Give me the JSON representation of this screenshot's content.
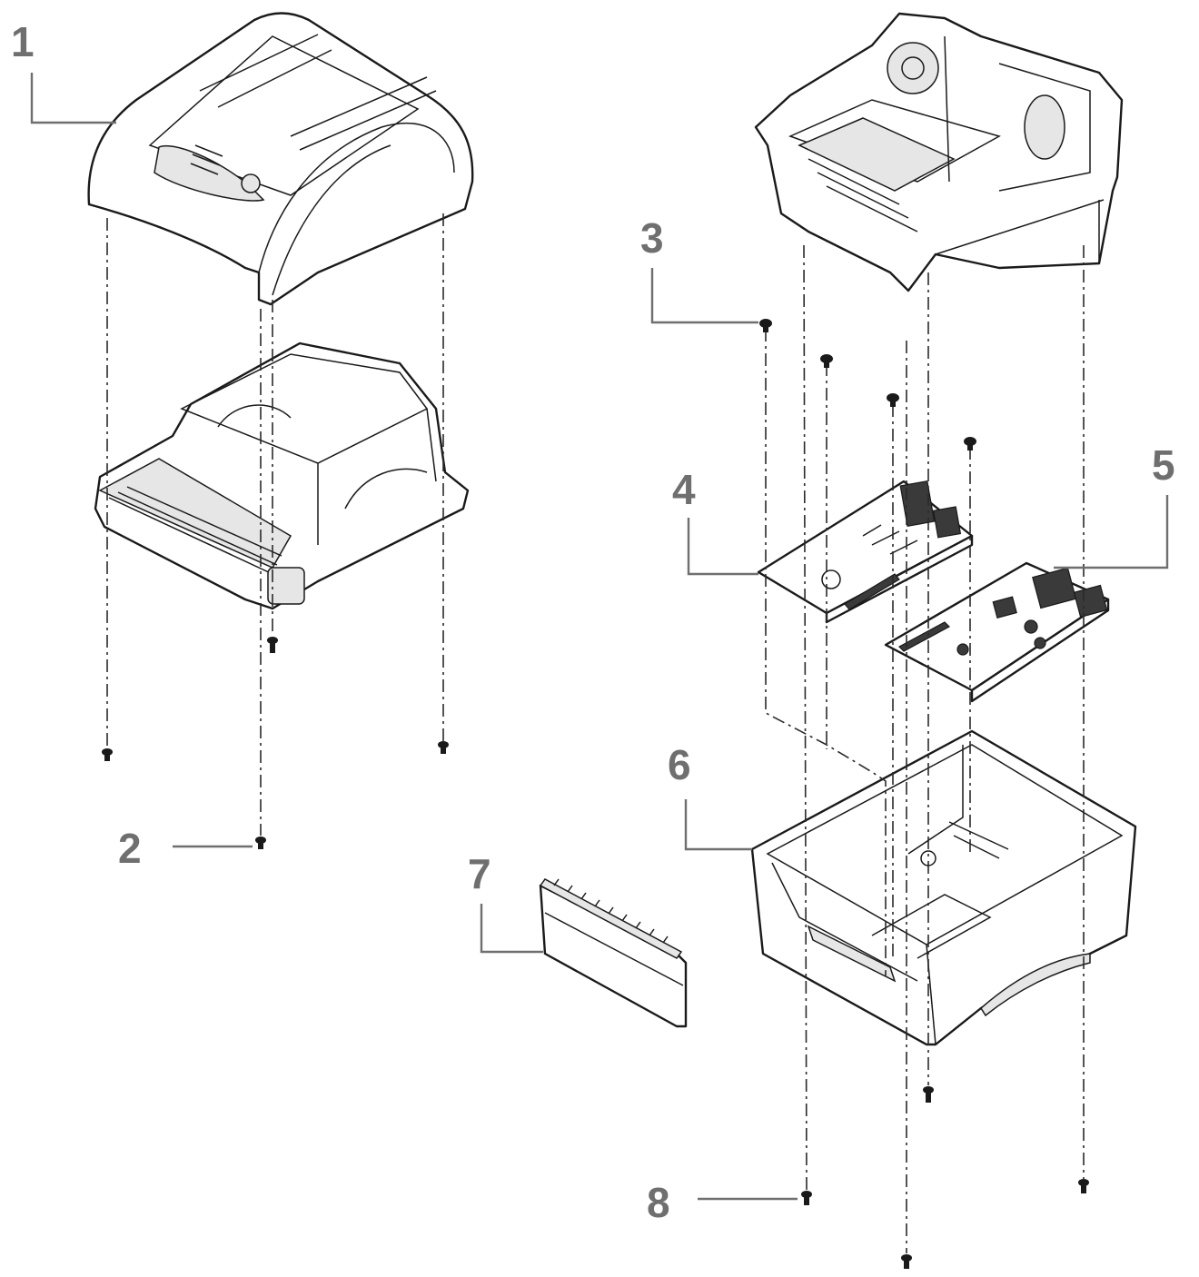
{
  "callouts": [
    {
      "id": "1",
      "text": "1"
    },
    {
      "id": "2",
      "text": "2"
    },
    {
      "id": "3",
      "text": "3"
    },
    {
      "id": "4",
      "text": "4"
    },
    {
      "id": "5",
      "text": "5"
    },
    {
      "id": "6",
      "text": "6"
    },
    {
      "id": "7",
      "text": "7"
    },
    {
      "id": "8",
      "text": "8"
    }
  ],
  "colors": {
    "callout": "#6f6f6f",
    "line": "#1a1a1a",
    "background": "#ffffff"
  }
}
